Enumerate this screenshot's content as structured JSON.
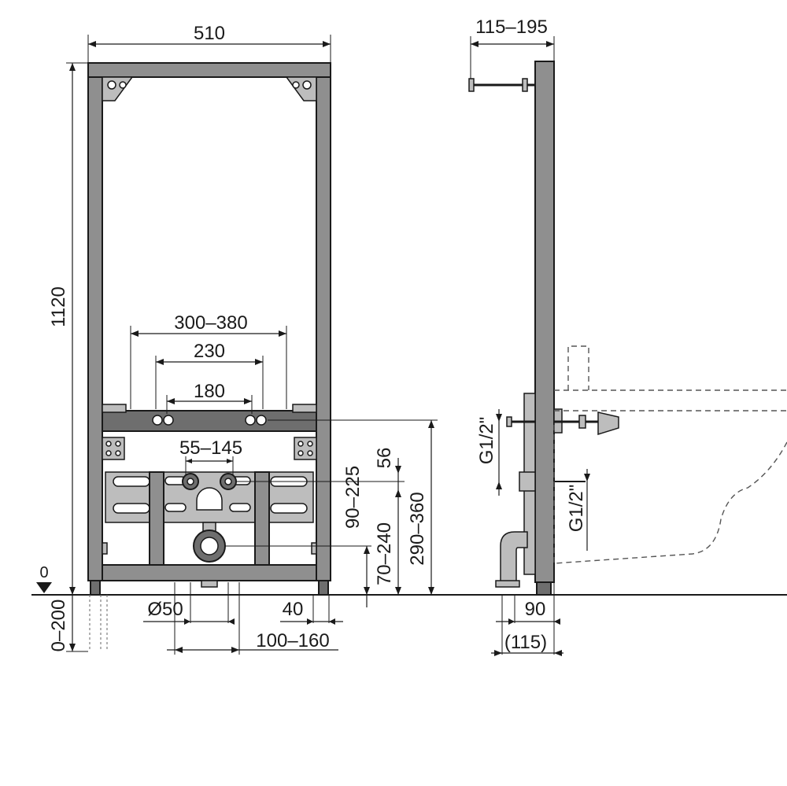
{
  "front_view": {
    "width": "510",
    "height": "1120",
    "inlet_spacing_range": "300–380",
    "inlet_spacing_mid": "230",
    "inlet_spacing_min": "180",
    "fixing_spacing": "55–145",
    "drain_diameter": "Ø50",
    "foot_offset": "40",
    "drain_offset": "100–160",
    "floor_level": "0",
    "foot_adjust": "0–200",
    "dim_56": "56",
    "dim_90_225": "90–225",
    "dim_70_240": "70–240",
    "dim_290_360": "290–360"
  },
  "side_view": {
    "depth_range": "115–195",
    "inlet_thread_upper": "G1/2\"",
    "inlet_thread_lower": "G1/2\"",
    "frame_depth": "90",
    "total_depth": "(115)"
  }
}
